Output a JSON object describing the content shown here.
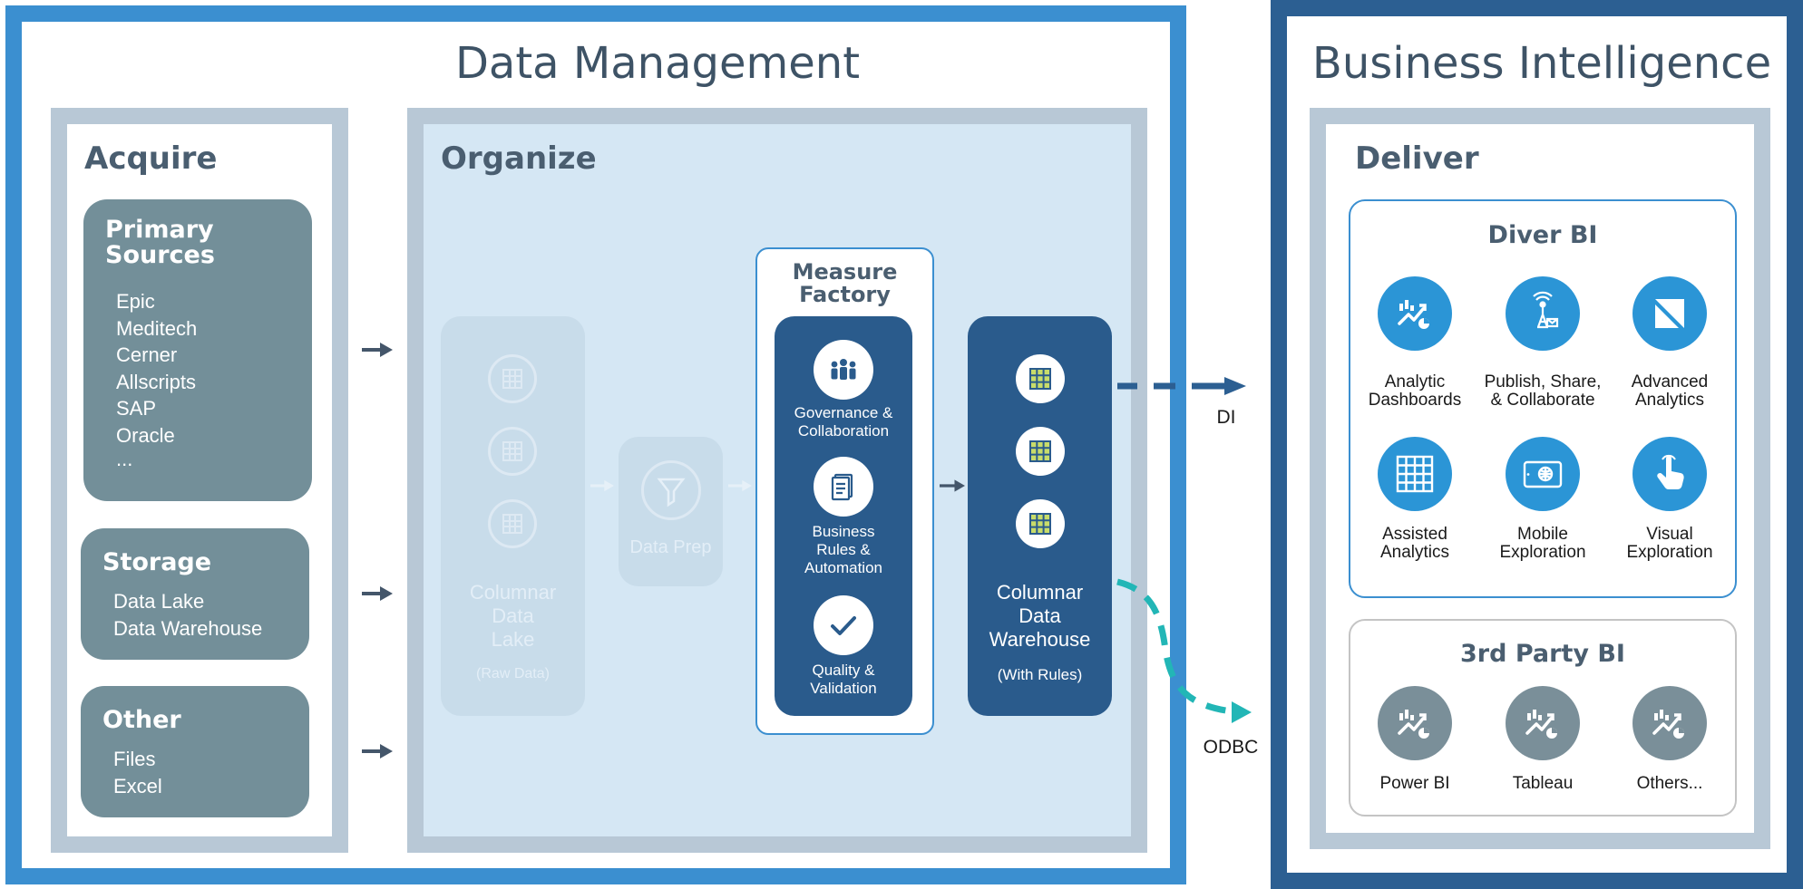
{
  "data_management": {
    "title": "Data Management",
    "acquire": {
      "title": "Acquire",
      "primary_sources": {
        "title": "Primary Sources",
        "items": [
          "Epic",
          "Meditech",
          "Cerner",
          "Allscripts",
          "SAP",
          "Oracle",
          "..."
        ]
      },
      "storage": {
        "title": "Storage",
        "items": [
          "Data Lake",
          "Data Warehouse"
        ]
      },
      "other": {
        "title": "Other",
        "items": [
          "Files",
          "Excel"
        ]
      }
    },
    "organize": {
      "title": "Organize",
      "data_lake": {
        "line1": "Columnar",
        "line2": "Data",
        "line3": "Lake",
        "sub": "(Raw Data)"
      },
      "data_prep": {
        "label": "Data Prep"
      },
      "measure_factory": {
        "title_line1": "Measure",
        "title_line2": "Factory",
        "items": [
          {
            "line1": "Governance &",
            "line2": "Collaboration",
            "line3": ""
          },
          {
            "line1": "Business",
            "line2": "Rules &",
            "line3": "Automation"
          },
          {
            "line1": "Quality &",
            "line2": "Validation",
            "line3": ""
          }
        ]
      },
      "warehouse": {
        "line1": "Columnar",
        "line2": "Data",
        "line3": "Warehouse",
        "sub": "(With Rules)"
      }
    }
  },
  "connectors": {
    "di_label": "DI",
    "odbc_label": "ODBC"
  },
  "business_intelligence": {
    "title": "Business Intelligence",
    "deliver": {
      "title": "Deliver",
      "diver_bi": {
        "title": "Diver BI",
        "items": [
          {
            "icon": "analytic-dashboards-icon",
            "line1": "Analytic",
            "line2": "Dashboards"
          },
          {
            "icon": "publish-share-icon",
            "line1": "Publish, Share,",
            "line2": "& Collaborate"
          },
          {
            "icon": "advanced-analytics-icon",
            "line1": "Advanced",
            "line2": "Analytics"
          },
          {
            "icon": "assisted-analytics-icon",
            "line1": "Assisted",
            "line2": "Analytics"
          },
          {
            "icon": "mobile-exploration-icon",
            "line1": "Mobile",
            "line2": "Exploration"
          },
          {
            "icon": "visual-exploration-icon",
            "line1": "Visual",
            "line2": "Exploration"
          }
        ]
      },
      "third_party_bi": {
        "title": "3rd Party BI",
        "items": [
          {
            "icon": "chart-icon",
            "label": "Power BI"
          },
          {
            "icon": "chart-icon",
            "label": "Tableau"
          },
          {
            "icon": "chart-icon",
            "label": "Others..."
          }
        ]
      }
    }
  },
  "colors": {
    "dm_border": "#3b8fd0",
    "bi_border": "#2c5f92",
    "inner_border": "#b8c8d6",
    "organize_bg": "#d5e7f4",
    "source_box": "#738f99",
    "dark_navy": "#2a5b8c",
    "bi_icon": "#2b95d6",
    "third_party_icon": "#7a8f99",
    "odbc_teal": "#22b6b6",
    "arrow": "#44566a"
  }
}
